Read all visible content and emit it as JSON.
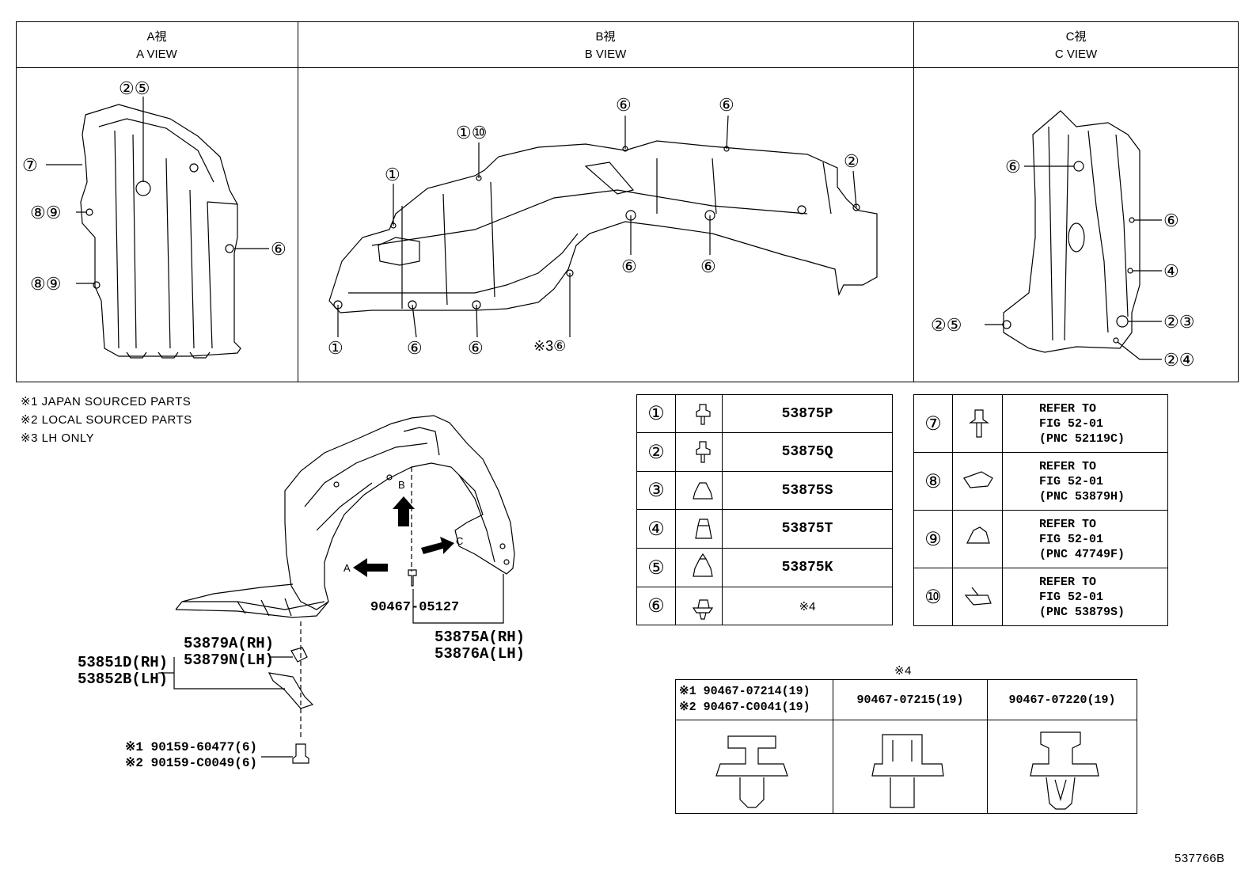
{
  "views": {
    "a": {
      "jp": "A視",
      "en": "A VIEW"
    },
    "b": {
      "jp": "B視",
      "en": "B VIEW"
    },
    "c": {
      "jp": "C視",
      "en": "C VIEW"
    }
  },
  "callouts": {
    "a_view": [
      "②⑤",
      "⑦",
      "⑧⑨",
      "⑧⑨",
      "⑥"
    ],
    "b_view": [
      "⑥",
      "⑥",
      "①⑩",
      "①",
      "②",
      "⑥",
      "⑥",
      "①",
      "⑥",
      "⑥",
      "※3⑥"
    ],
    "c_view": [
      "⑥",
      "⑥",
      "④",
      "②⑤",
      "②③",
      "②④"
    ]
  },
  "notes": [
    "※1 JAPAN SOURCED PARTS",
    "※2 LOCAL SOURCED PARTS",
    "※3 LH ONLY"
  ],
  "main_labels": {
    "view_a": "A",
    "view_b": "B",
    "view_c": "C",
    "bolt_part": "90467-05127",
    "liner_rh": "53875A(RH)",
    "liner_lh": "53876A(LH)",
    "bracket_rh": "53879A(RH)",
    "bracket_lh": "53879N(LH)",
    "cover_rh": "53851D(RH)",
    "cover_lh": "53852B(LH)",
    "screw_1": "※1 90159-60477(6)",
    "screw_2": "※2 90159-C0049(6)"
  },
  "parts_table": [
    {
      "num": "①",
      "part": "53875P"
    },
    {
      "num": "②",
      "part": "53875Q"
    },
    {
      "num": "③",
      "part": "53875S"
    },
    {
      "num": "④",
      "part": "53875T"
    },
    {
      "num": "⑤",
      "part": "53875K"
    },
    {
      "num": "⑥",
      "part": "※4"
    }
  ],
  "refer_table": [
    {
      "num": "⑦",
      "text": "REFER TO\nFIG 52-01\n(PNC 52119C)"
    },
    {
      "num": "⑧",
      "text": "REFER TO\nFIG 52-01\n(PNC 53879H)"
    },
    {
      "num": "⑨",
      "text": "REFER TO\nFIG 52-01\n(PNC 47749F)"
    },
    {
      "num": "⑩",
      "text": "REFER TO\nFIG 52-01\n(PNC 53879S)"
    }
  ],
  "clip_table": {
    "title": "※4",
    "col1_line1": "※1 90467-07214(19)",
    "col1_line2": "※2 90467-C0041(19)",
    "col2": "90467-07215(19)",
    "col3": "90467-07220(19)"
  },
  "figure_id": "537766B"
}
